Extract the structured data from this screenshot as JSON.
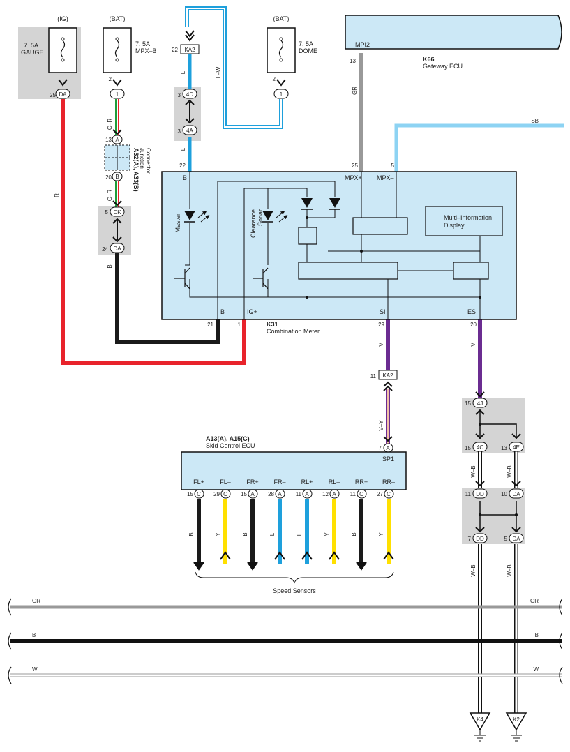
{
  "colors": {
    "red": "#e8232b",
    "black": "#1a1a1a",
    "blue": "#1ea0dc",
    "light_blue": "#8dd3f3",
    "yellow": "#ffe000",
    "purple": "#6b2c91",
    "gray": "#999999",
    "ecu_fill": "#cce8f6",
    "shade": "#d4d4d4",
    "pink": "#f2c0a6"
  },
  "fuses": {
    "gauge": {
      "source": "(IG)",
      "rating": "7. 5A",
      "name": "GAUGE",
      "pin": "25",
      "conn": "DA"
    },
    "mpxb": {
      "source": "(BAT)",
      "rating": "7. 5A",
      "name": "MPX–B",
      "pin_top": "2",
      "pin": "1"
    },
    "dome": {
      "source": "(BAT)",
      "rating": "7. 5A",
      "name": "DOME",
      "pin_top": "2",
      "pin": "1"
    }
  },
  "connectors": {
    "ka2_top": {
      "pin": "22",
      "name": "KA2"
    },
    "c4d": {
      "pin": "3",
      "name": "4D"
    },
    "c4a": {
      "pin": "3",
      "name": "4A"
    },
    "ja": {
      "pin": "13",
      "name": "A"
    },
    "jb": {
      "pin": "20",
      "name": "B"
    },
    "dk": {
      "pin": "5",
      "name": "DK"
    },
    "da24": {
      "pin": "24",
      "name": "DA"
    },
    "ka2_mid": {
      "pin": "11",
      "name": "KA2"
    },
    "c4j": {
      "pin": "15",
      "name": "4J"
    },
    "c4c": {
      "pin": "15",
      "name": "4C"
    },
    "c4e": {
      "pin": "13",
      "name": "4E"
    },
    "dd11": {
      "pin": "11",
      "name": "DD"
    },
    "da10": {
      "pin": "10",
      "name": "DA"
    },
    "dd7": {
      "pin": "7",
      "name": "DD"
    },
    "da5": {
      "pin": "5",
      "name": "DA"
    }
  },
  "junction": {
    "code": "A32(A), A33(B)",
    "name_line1": "Junction",
    "name_line2": "Connector"
  },
  "wire_colors": {
    "gr_left": "G–R",
    "gr_left2": "G–R",
    "b_left": "B",
    "r": "R",
    "l_top": "L",
    "lw": "L–W",
    "l_mid": "L",
    "gr_mpi": "GR",
    "sb": "SB",
    "v_si": "V",
    "v_es": "V",
    "vy": "V–Y",
    "wb1": "W–B",
    "wb2": "W–B",
    "wb3": "W–B",
    "wb4": "W–B"
  },
  "gateway": {
    "pin_label": "MPI2",
    "pin": "13",
    "code": "K66",
    "name": "Gateway ECU"
  },
  "meter": {
    "code": "K31",
    "name": "Combination Meter",
    "pin_b_top_num": "22",
    "pin_b_top": "B",
    "pin_mpx_plus_num": "25",
    "pin_mpx_plus": "MPX+",
    "pin_mpx_minus_num": "5",
    "pin_mpx_minus": "MPX–",
    "pin_b_bot_num": "21",
    "pin_b_bot": "B",
    "pin_ig_num": "1",
    "pin_ig": "IG+",
    "pin_si_num": "29",
    "pin_si": "SI",
    "pin_es_num": "20",
    "pin_es": "ES",
    "master_label": "Master",
    "sonar_label1": "Clearance",
    "sonar_label2": "Sonar",
    "mid_line1": "Multi–Information",
    "mid_line2": "Display"
  },
  "skid_ecu": {
    "code": "A13(A), A15(C)",
    "name": "Skid Control ECU",
    "sp_pin": "7",
    "sp_conn": "A",
    "sp_label": "SP1",
    "pins": [
      {
        "label": "FL+",
        "num": "15",
        "conn": "C",
        "wire": "B"
      },
      {
        "label": "FL–",
        "num": "29",
        "conn": "C",
        "wire": "Y"
      },
      {
        "label": "FR+",
        "num": "15",
        "conn": "A",
        "wire": "B"
      },
      {
        "label": "FR–",
        "num": "28",
        "conn": "A",
        "wire": "L"
      },
      {
        "label": "RL+",
        "num": "11",
        "conn": "A",
        "wire": "L"
      },
      {
        "label": "RL–",
        "num": "12",
        "conn": "A",
        "wire": "Y"
      },
      {
        "label": "RR+",
        "num": "11",
        "conn": "C",
        "wire": "B"
      },
      {
        "label": "RR–",
        "num": "27",
        "conn": "C",
        "wire": "Y"
      }
    ],
    "sensors_label": "Speed Sensors"
  },
  "buses": [
    {
      "left": "GR",
      "right": "GR"
    },
    {
      "left": "B",
      "right": "B"
    },
    {
      "left": "W",
      "right": "W"
    }
  ],
  "grounds": {
    "k4": "K4",
    "k2": "K2"
  }
}
